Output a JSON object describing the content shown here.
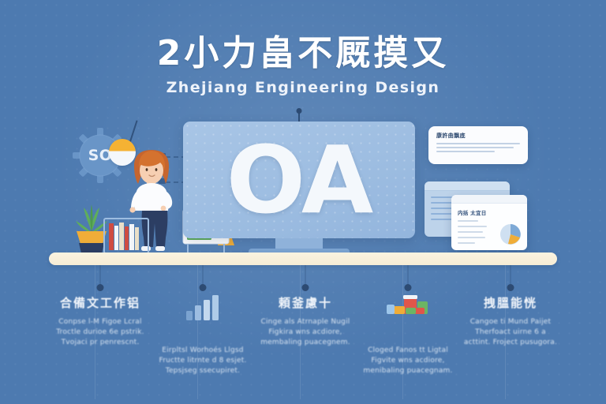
{
  "header": {
    "title_cn": "2小力畠不厩摸又",
    "title_en": "Zhejiang Engineering Design"
  },
  "scene": {
    "monitor_label": "OA",
    "gear_label": "SO",
    "card": {
      "heading": "康許曲飘底",
      "lines": 3
    },
    "window_front_heading": "内括 太宜日",
    "person": "woman-standing",
    "plant": "potted-plant",
    "books": "bookshelf",
    "board": "presentation-easel"
  },
  "columns": [
    {
      "icon": "none",
      "heading": "合備文工作铝",
      "body": "Conpse l-M Figoe Lcral Troctle durioe 6e pstrik. Tvojaci pr penrescnt."
    },
    {
      "icon": "bar-chart-icon",
      "heading": "",
      "body": "Eirpltsl Worhoés Llgsd Fructte litrnte d 8 esjet. Tepsjseg ssecupiret."
    },
    {
      "icon": "none",
      "heading": "頼釜慮十",
      "body": "Cinge als Atrnaple Nugil Figkira wns acdiore, membaling puacegnem."
    },
    {
      "icon": "stacked-boxes-icon",
      "heading": "",
      "body": "Cloged Fanos tt Ligtal Figvite wns acdiore, menibaling puacegnam."
    },
    {
      "icon": "none",
      "heading": "拽膃能恍",
      "body": "Cangoe ti Mund Paijet Therfoact uirne 6 a acttint. Froject pusugora."
    }
  ],
  "colors": {
    "background": "#4d7ab0",
    "shelf": "#f7eed8",
    "screen": "#9dbde1",
    "accent_orange": "#f5b233",
    "node": "#2d4b73"
  }
}
